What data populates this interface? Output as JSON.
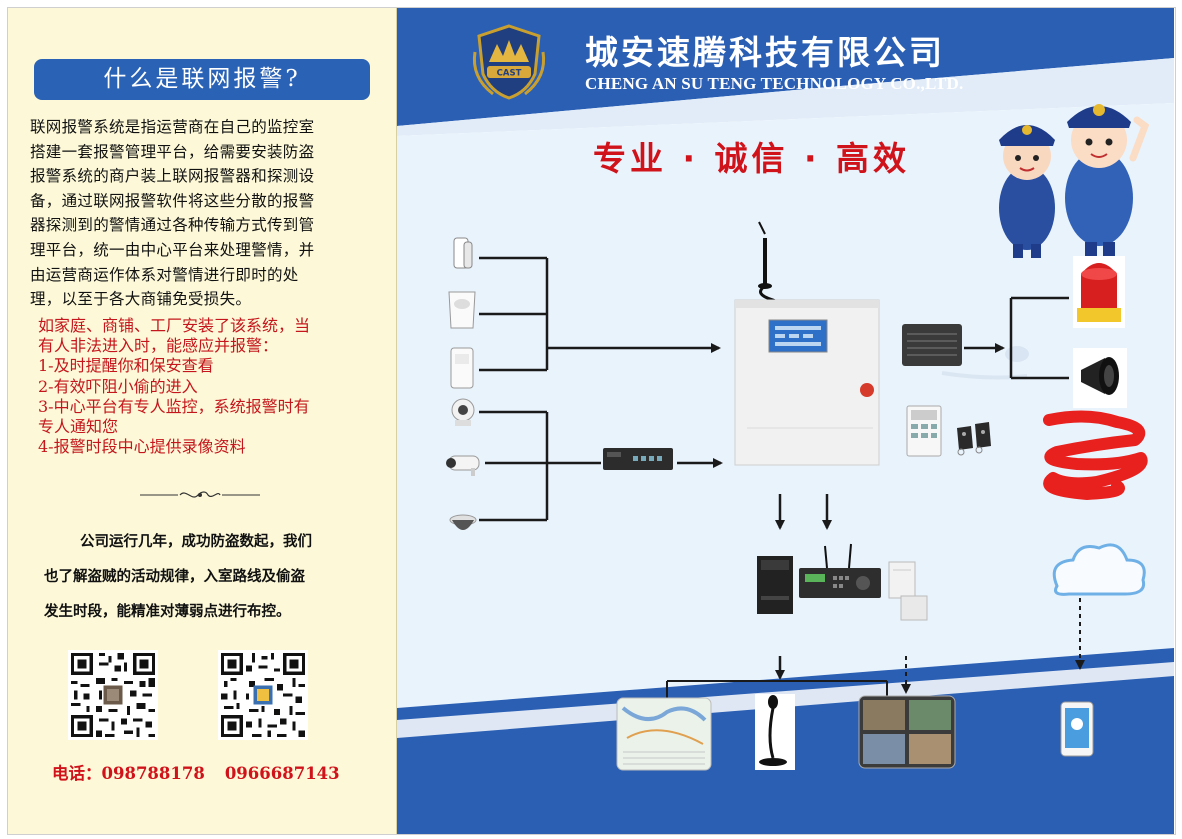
{
  "left_panel": {
    "question_title": "什么是联网报警?",
    "intro_lines": [
      "联网报警系统是指运营商在自己的监控室",
      "搭建一套报警管理平台，给需要安装防盗",
      "报警系统的商户装上联网报警器和探测设",
      "备，通过联网报警软件将这些分散的报警",
      "器探测到的警情通过各种传输方式传到管",
      "理平台，统一由中心平台来处理警情，并",
      "由运营商运作体系对警情进行即时的处",
      "理，以至于各大商铺免受损失。"
    ],
    "benefit_lines": [
      "如家庭、商铺、工厂安装了该系统，当",
      "有人非法进入时，能感应并报警：",
      "1-及时提醒你和保安查看",
      "2-有效吓阻小偷的进入",
      "3-中心平台有专人监控，系统报警时有",
      "专人通知您",
      "4-报警时段中心提供录像资料"
    ],
    "company_note_lines": [
      "公司运行几年，成功防盗数起，我们",
      "也了解盗贼的活动规律，入室路线及偷盗",
      "发生时段，能精准对薄弱点进行布控。"
    ],
    "phone_label": "电话：",
    "phone_1": "098788178",
    "phone_2": "0966687143"
  },
  "header": {
    "logo_text": "CAST",
    "company_name_cn": "城安速腾科技有限公司",
    "company_name_en": "CHENG AN SU TENG TECHNOLOGY CO.,LTD.",
    "slogan": "专业 · 诚信 · 高效"
  },
  "colors": {
    "brand_blue": "#2a5fb4",
    "slogan_red": "#d0121a",
    "left_bg": "#fdf9d8",
    "light_blue_bg": "#e9f3fc",
    "scribble_red": "#e8211f"
  },
  "icons": [
    "magnetic-door-sensor-icon",
    "pir-detector-icon",
    "smoke-detector-icon",
    "dome-camera-icon",
    "bullet-camera-icon",
    "ceiling-dome-camera-icon",
    "network-switch-icon",
    "antenna-icon",
    "alarm-control-panel-icon",
    "siren-box-icon",
    "keypad-icon",
    "remote-controls-icon",
    "red-strobe-light-icon",
    "horn-speaker-icon",
    "red-scribble-icon",
    "police-cartoon-icon",
    "pc-tower-icon",
    "receiver-unit-icon",
    "server-icon",
    "cloud-icon",
    "map-screen-icon",
    "microphone-icon",
    "monitoring-screen-icon",
    "smartphone-icon",
    "qr-code-icon"
  ]
}
